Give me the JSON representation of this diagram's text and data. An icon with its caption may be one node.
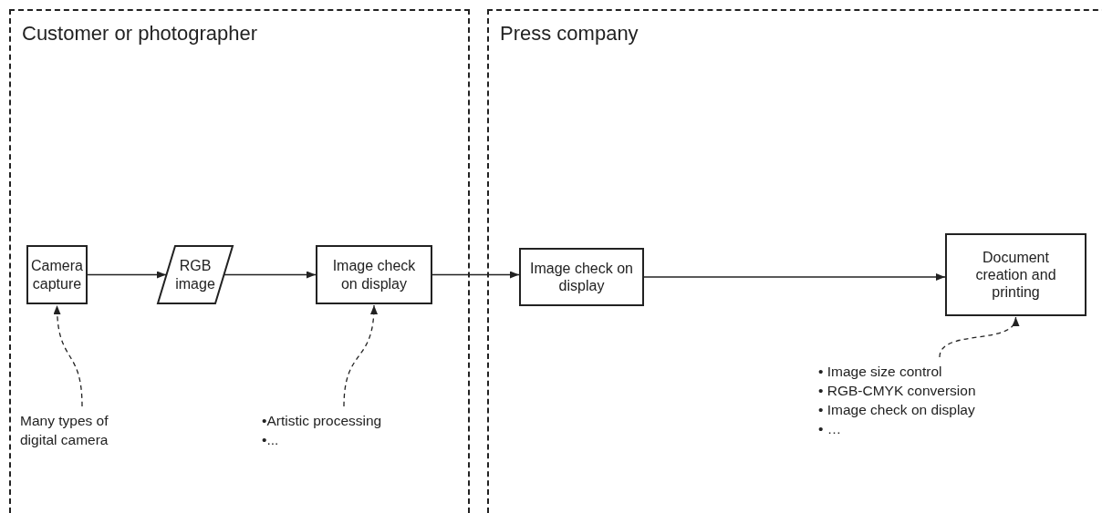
{
  "diagram": {
    "nodes": [
      {
        "text": [
          "Customer or photographer"
        ]
      },
      {
        "text": [
          "Press company"
        ]
      },
      {
        "text": [
          "Camera capture"
        ],
        "in": 0
      },
      {
        "text": [
          "RGB image"
        ],
        "in": 0
      },
      {
        "text": [
          "Image check on display"
        ],
        "in": 0
      },
      {
        "text": [
          "Image check on display"
        ],
        "in": 1
      },
      {
        "text": [
          "Document creation and printing"
        ],
        "in": 1
      },
      {
        "text": [
          "Many types of digital camera"
        ],
        "in": 0
      },
      {
        "text": [
          "•Artistic processing",
          "•..."
        ],
        "in": 0
      },
      {
        "text": [
          "• Image size control",
          "• RGB-CMYK conversion",
          "• Image check on display",
          "• …"
        ],
        "in": 1
      }
    ],
    "edges": [
      {
        "from": 2,
        "to": 3,
        "arrow": "to"
      },
      {
        "from": 3,
        "to": 4,
        "arrow": "to"
      },
      {
        "from": 4,
        "to": 5,
        "arrow": "to"
      },
      {
        "from": 5,
        "to": 6,
        "arrow": "to"
      },
      {
        "from": 7,
        "to": 2,
        "arrow": "to",
        "style": "dashed"
      },
      {
        "from": 8,
        "to": 4,
        "arrow": "to",
        "style": "dashed"
      },
      {
        "from": 9,
        "to": 6,
        "arrow": "to",
        "style": "dashed"
      }
    ]
  }
}
